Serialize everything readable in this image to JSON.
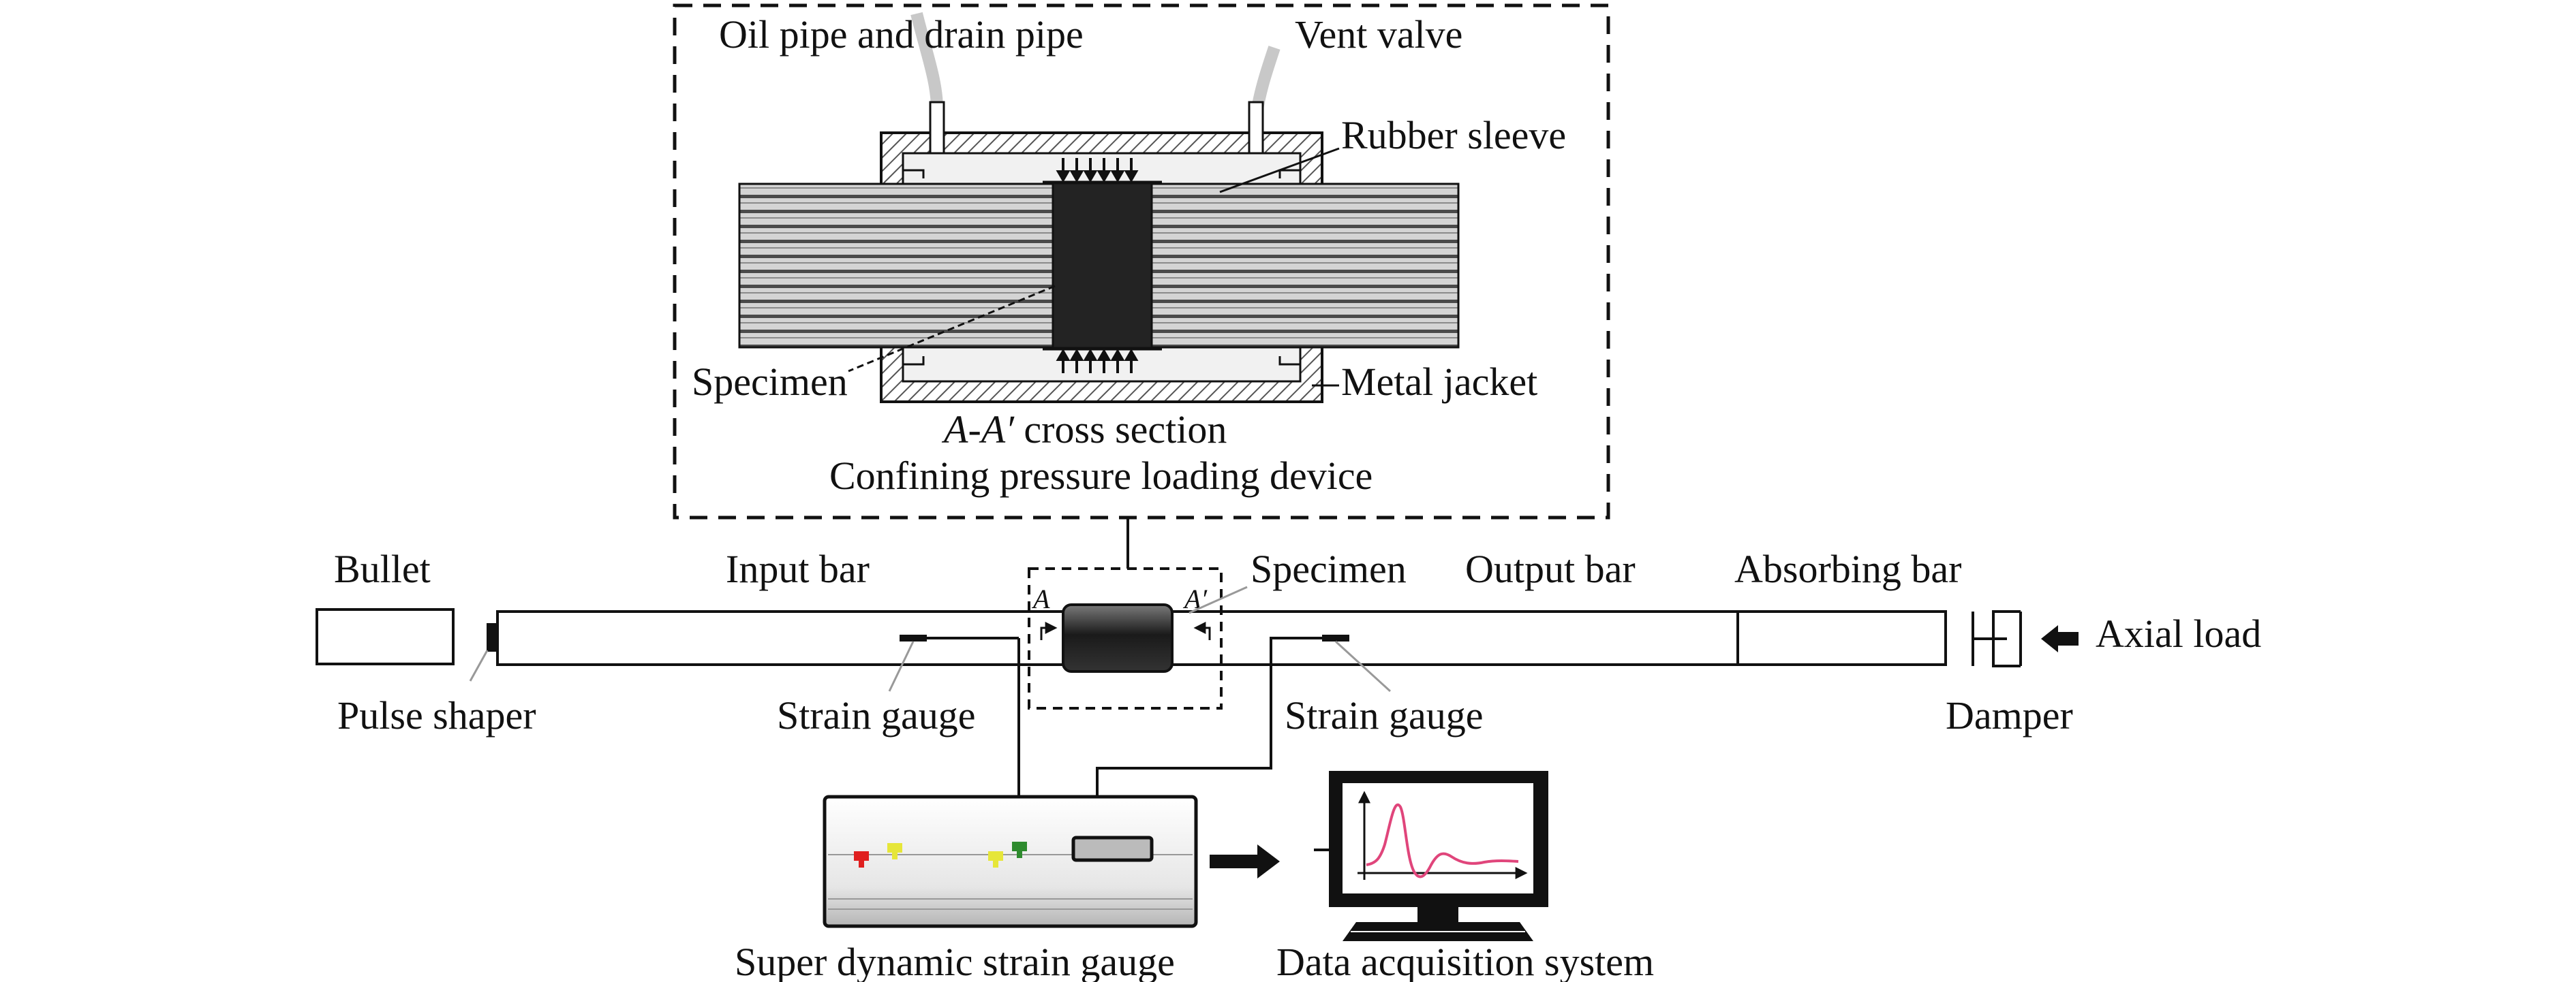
{
  "inset": {
    "oil_pipe_label": "Oil pipe and drain pipe",
    "vent_valve_label": "Vent valve",
    "rubber_sleeve_label": "Rubber sleeve",
    "specimen_label": "Specimen",
    "metal_jacket_label": "Metal jacket",
    "section_a": "A",
    "section_dash": "-",
    "section_a_prime": "A′",
    "section_rest": " cross section",
    "title": "Confining pressure loading device"
  },
  "bar_system": {
    "bullet": "Bullet",
    "input_bar": "Input bar",
    "specimen": "Specimen",
    "output_bar": "Output bar",
    "absorbing_bar": "Absorbing bar",
    "axial_load": "Axial load",
    "pulse_shaper": "Pulse shaper",
    "strain_gauge_left": "Strain gauge",
    "strain_gauge_right": "Strain gauge",
    "damper": "Damper",
    "section_mark_a": "A",
    "section_mark_a_prime": "A′"
  },
  "instruments": {
    "strain_gauge_device": "Super dynamic strain gauge",
    "data_acquisition": "Data acquisition system"
  },
  "colors": {
    "line": "#111111",
    "signal_curve": "#e0457b",
    "knob_red": "#e02020",
    "knob_yellow": "#e6e639",
    "knob_green": "#2e8b2e"
  }
}
